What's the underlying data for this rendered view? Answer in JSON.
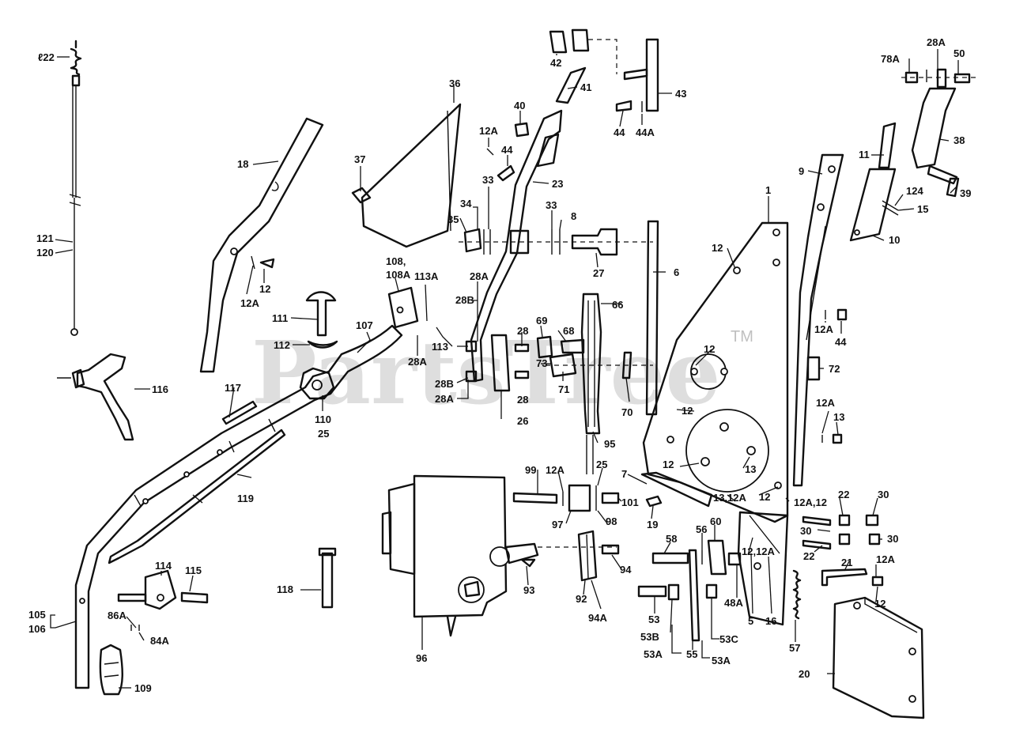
{
  "watermark": {
    "text": "PartsTree",
    "trademark": "TM"
  },
  "labels": {
    "l122": "ℓ22",
    "l121": "121",
    "l120": "120",
    "l116": "116",
    "l117": "117",
    "l18": "18",
    "l12a_a": "12A",
    "l12_a": "12",
    "l111": "111",
    "l112": "112",
    "l110": "110",
    "l25": "25",
    "l107": "107",
    "l108": "108,",
    "l108a": "108A",
    "l113a": "113A",
    "l113": "113",
    "l28a_a": "28A",
    "l28a_b": "28A",
    "l28b_a": "28B",
    "l28b_b": "28B",
    "l28a_c": "28A",
    "l28_a": "28",
    "l28_b": "28",
    "l69": "69",
    "l68": "68",
    "l73": "73",
    "l71": "71",
    "l26": "26",
    "l119": "119",
    "l105": "105",
    "l106": "106",
    "l109": "109",
    "l114": "114",
    "l115": "115",
    "l86a": "86A",
    "l84a": "84A",
    "l118": "118",
    "l36": "36",
    "l37": "37",
    "l40": "40",
    "l12a_b": "12A",
    "l44_a": "44",
    "l33_a": "33",
    "l34": "34",
    "l35": "35",
    "l33_b": "33",
    "l8": "8",
    "l27": "27",
    "l23": "23",
    "l42": "42",
    "l41": "41",
    "l43": "43",
    "l44_b": "44",
    "l44a": "44A",
    "l66": "66",
    "l6": "6",
    "l70": "70",
    "l95": "95",
    "l99": "99",
    "l12a_c": "12A",
    "l25b": "25",
    "l101": "101",
    "l97": "97",
    "l98": "98",
    "l93": "93",
    "l92": "92",
    "l94": "94",
    "l94a": "94A",
    "l96": "96",
    "l7": "7",
    "l19": "19",
    "l58": "58",
    "l56": "56",
    "l60": "60",
    "l53": "53",
    "l53b": "53B",
    "l53a_a": "53A",
    "l55": "55",
    "l53a_b": "53A",
    "l53c": "53C",
    "l48a": "48A",
    "l5": "5",
    "l16": "16",
    "l12_12a_a": "12,12A",
    "l13_12a": "13,12A",
    "l12_b": "12",
    "l12a_12": "12A,12",
    "l12_c": "12",
    "l12_d": "12",
    "l12_e": "12",
    "l12_f": "12",
    "l13_a": "13",
    "l1": "1",
    "l9": "9",
    "l12a_d": "12A",
    "l44_c": "44",
    "l72": "72",
    "l12a_e": "12A",
    "l13_b": "13",
    "l22_a": "22",
    "l30_a": "30",
    "l30_b": "30",
    "l30_c": "30",
    "l22_b": "22",
    "l21": "21",
    "l12a_f": "12A",
    "l12_g": "12",
    "l57": "57",
    "l20": "20",
    "l50": "50",
    "l28a_d": "28A",
    "l78a": "78A",
    "l38": "38",
    "l11": "11",
    "l124": "124",
    "l15": "15",
    "l39": "39",
    "l10": "10"
  }
}
